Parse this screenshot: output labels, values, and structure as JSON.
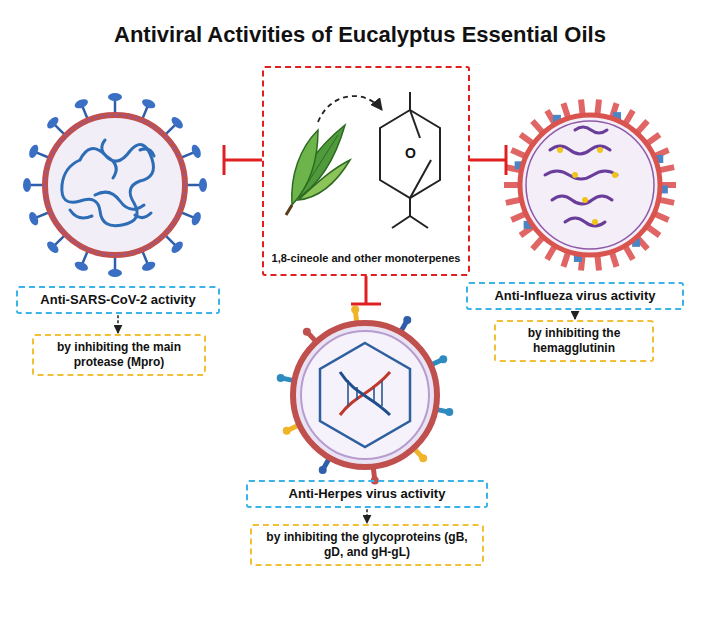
{
  "diagram": {
    "title": "Antiviral Activities of Eucalyptus Essential Oils",
    "nodes": [
      {
        "text": [
          "1,8-cineole and other monoterpenes"
        ]
      },
      {
        "text": [
          "Anti-SARS-CoV-2 activity"
        ]
      },
      {
        "text": [
          "by inhibiting the main protease (Mpro)"
        ]
      },
      {
        "text": [
          "Anti-Influeza virus activity"
        ]
      },
      {
        "text": [
          "by inhibiting the hemagglutinin"
        ]
      },
      {
        "text": [
          "Anti-Herpes virus activity"
        ]
      },
      {
        "text": [
          "by inhibiting the glycoproteins (gB, gD, and gH-gL)"
        ]
      }
    ],
    "edges": [
      {
        "from": 1,
        "to": 2,
        "arrow": "to"
      },
      {
        "from": 3,
        "to": 4,
        "arrow": "to"
      },
      {
        "from": 5,
        "to": 6,
        "arrow": "to"
      }
    ],
    "labels": [
      "O"
    ]
  }
}
